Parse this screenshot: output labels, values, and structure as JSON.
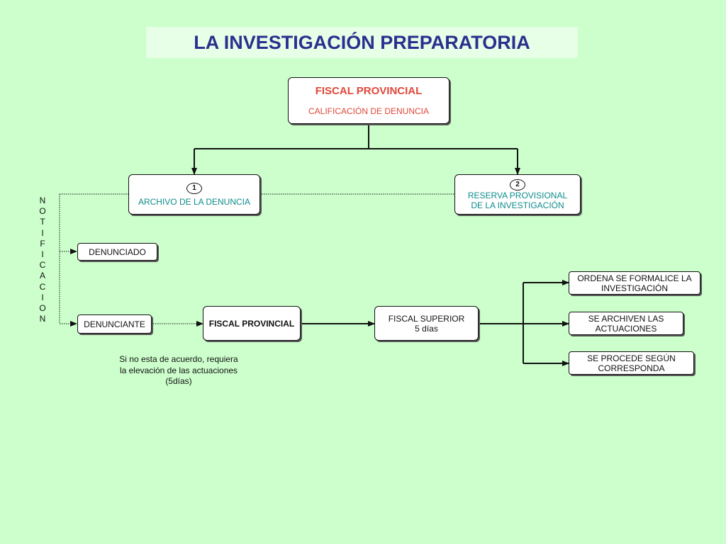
{
  "title": "LA INVESTIGACIÓN PREPARATORIA",
  "fiscal_provincial_top": {
    "title": "FISCAL PROVINCIAL",
    "subtitle": "CALIFICACIÓN DE DENUNCIA"
  },
  "archivo": {
    "badge": "1",
    "label": "ARCHIVO DE LA DENUNCIA"
  },
  "reserva": {
    "badge": "2",
    "line1": "RESERVA PROVISIONAL",
    "line2": "DE LA INVESTIGACIÓN"
  },
  "notificacion_letters": [
    "N",
    "O",
    "T",
    "I",
    "F",
    "I",
    "C",
    "A",
    "C",
    "I",
    "O",
    "N"
  ],
  "denunciado": "DENUNCIADO",
  "denunciante": "DENUNCIANTE",
  "fiscal_provincial_mid": "FISCAL PROVINCIAL",
  "fiscal_superior": {
    "line1": "FISCAL SUPERIOR",
    "line2": "5 días"
  },
  "outcomes": {
    "formalice": {
      "line1": "ORDENA SE FORMALICE LA",
      "line2": "INVESTIGACIÓN"
    },
    "archiven": {
      "line1": "SE ARCHIVEN LAS",
      "line2": "ACTUACIONES"
    },
    "procede": {
      "line1": "SE PROCEDE SEGÚN",
      "line2": "CORRESPONDA"
    }
  },
  "note": {
    "line1": "Si no esta de acuerdo, requiera",
    "line2": "la elevación de las actuaciones",
    "line3": "(5días)"
  }
}
